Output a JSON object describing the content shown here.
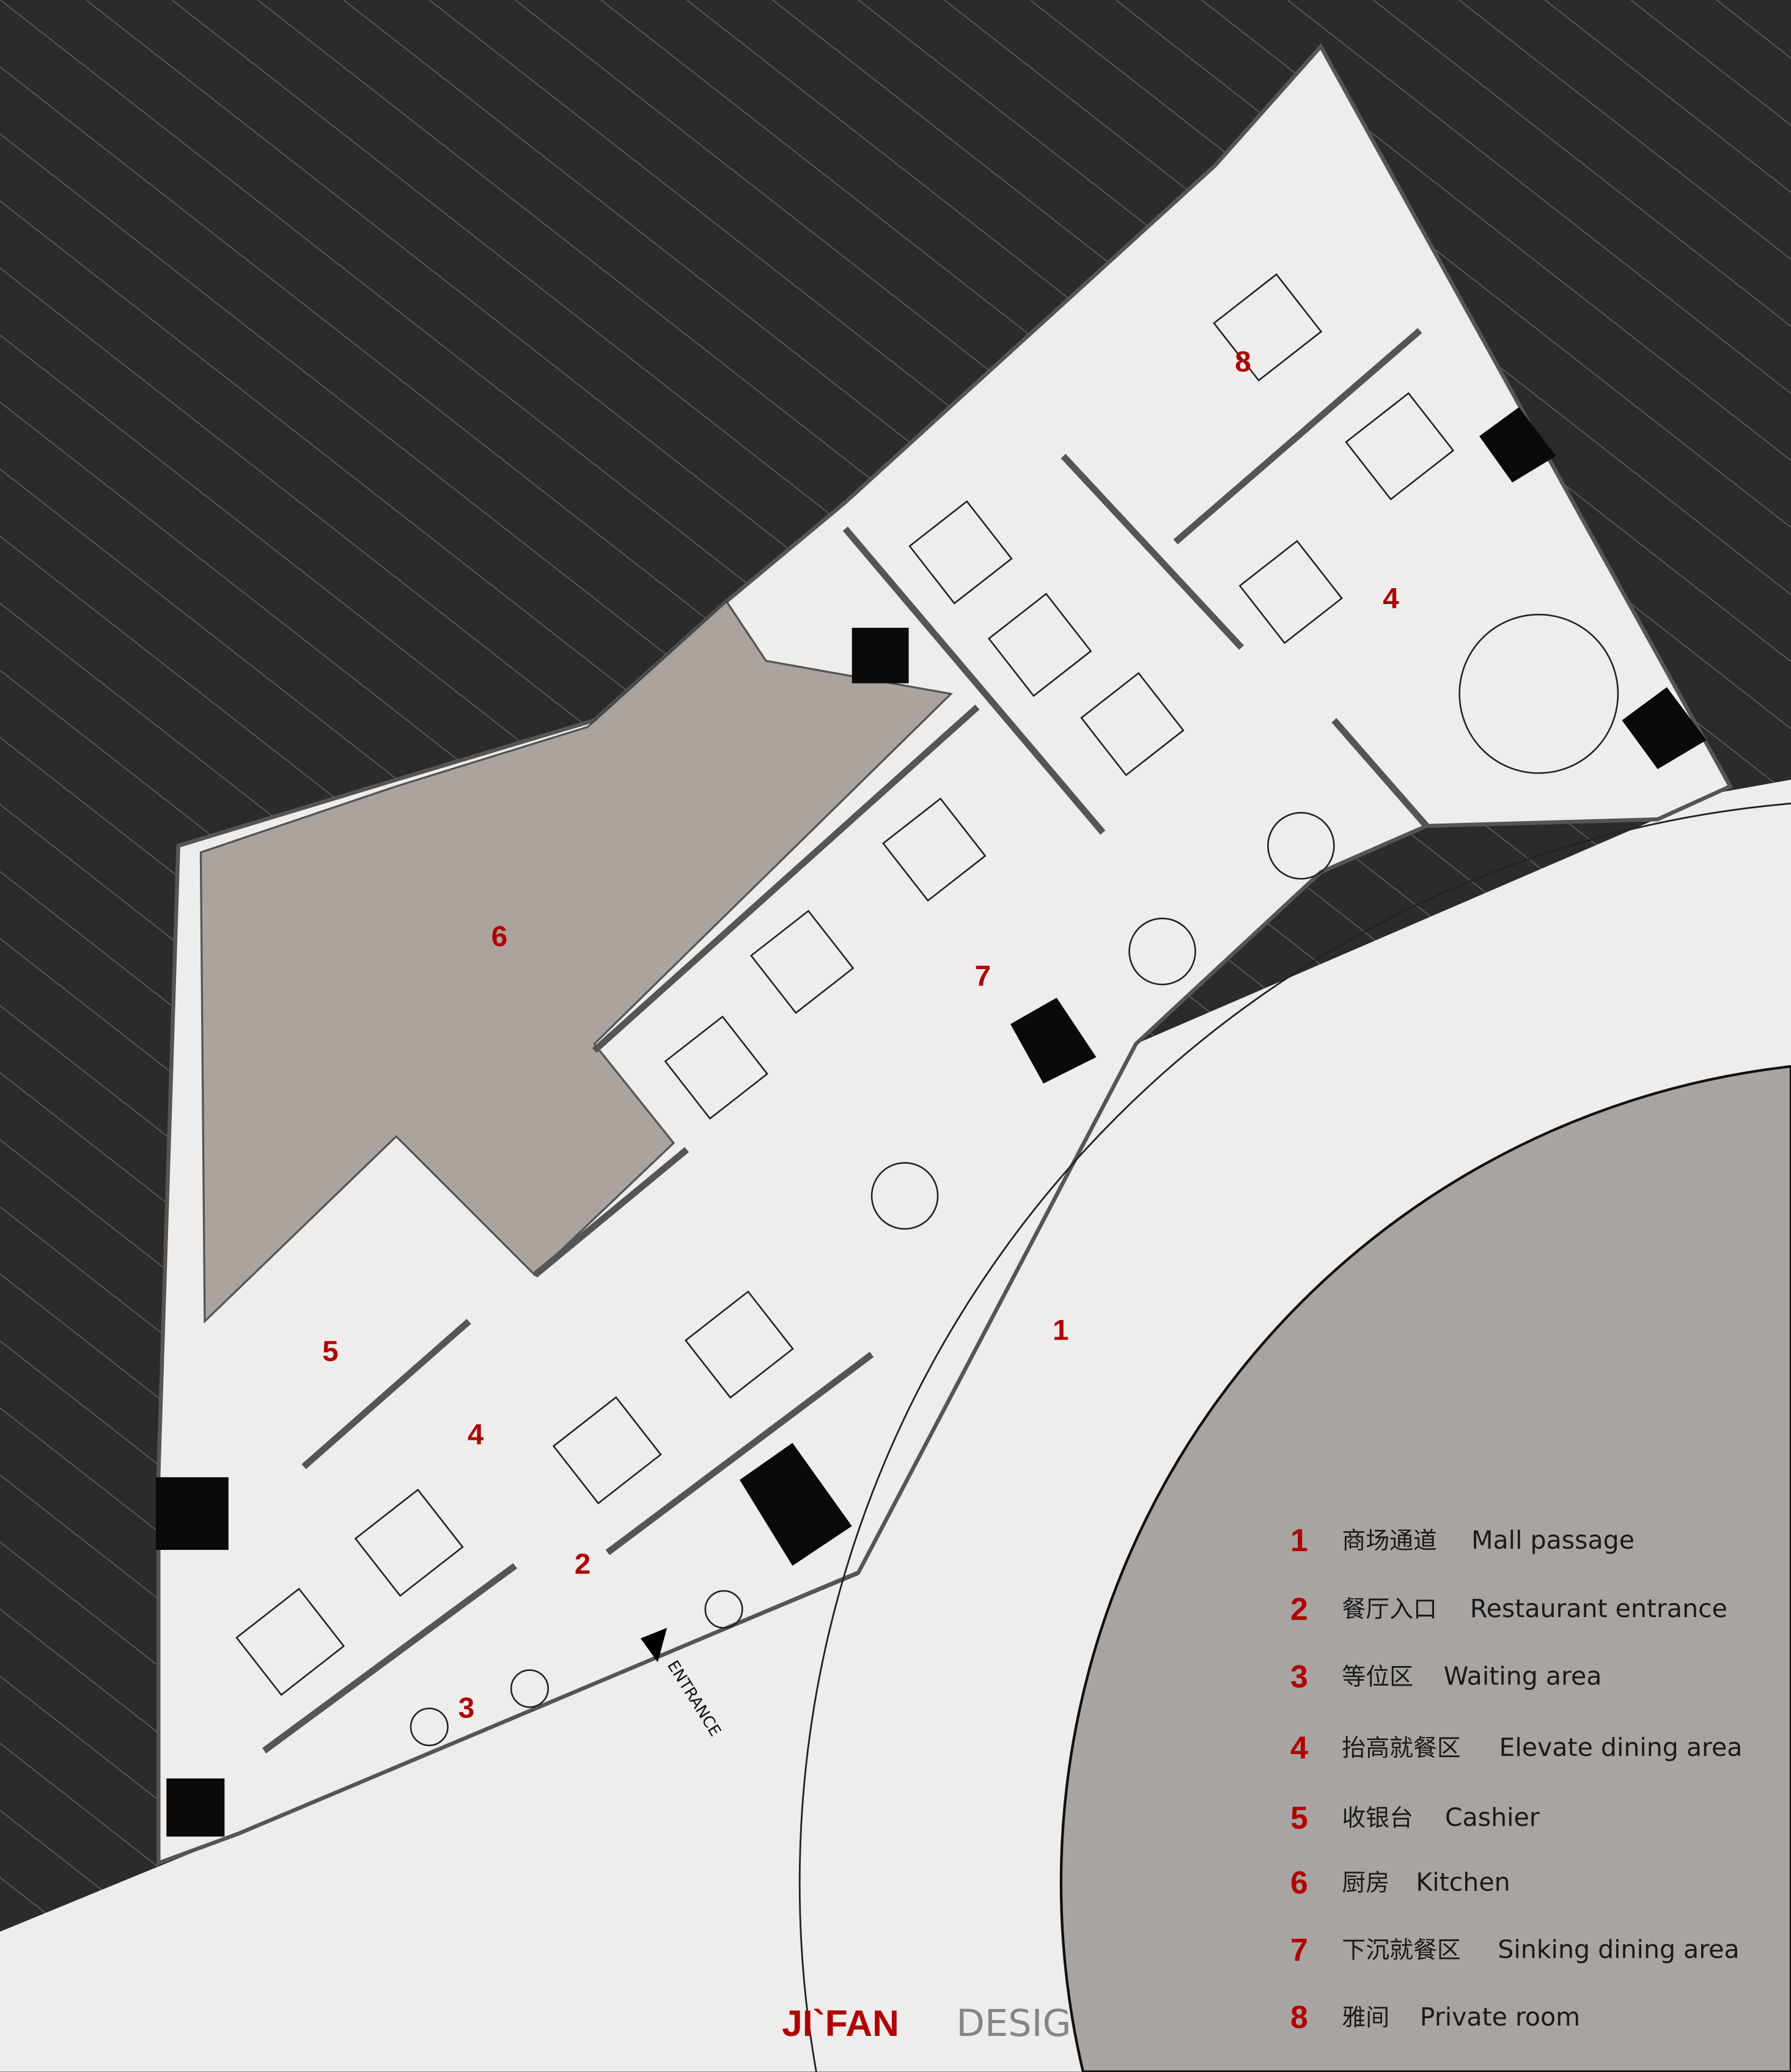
{
  "plan": {
    "zone_markers": [
      {
        "id": "8",
        "label": "8"
      },
      {
        "id": "4a",
        "label": "4"
      },
      {
        "id": "6",
        "label": "6"
      },
      {
        "id": "7",
        "label": "7"
      },
      {
        "id": "5",
        "label": "5"
      },
      {
        "id": "4b",
        "label": "4"
      },
      {
        "id": "1",
        "label": "1"
      },
      {
        "id": "2",
        "label": "2"
      },
      {
        "id": "3",
        "label": "3"
      }
    ],
    "entrance_label": "ENTRANCE"
  },
  "legend": [
    {
      "num": "1",
      "cn": "商场通道",
      "en": "Mall passage"
    },
    {
      "num": "2",
      "cn": "餐厅入口",
      "en": "Restaurant entrance"
    },
    {
      "num": "3",
      "cn": "等位区",
      "en": "Waiting area"
    },
    {
      "num": "4",
      "cn": "抬高就餐区",
      "en": "Elevate dining area"
    },
    {
      "num": "5",
      "cn": "收银台",
      "en": "Cashier"
    },
    {
      "num": "6",
      "cn": "厨房",
      "en": "Kitchen"
    },
    {
      "num": "7",
      "cn": "下沉就餐区",
      "en": "Sinking dining area"
    },
    {
      "num": "8",
      "cn": "雅间",
      "en": "Private room"
    }
  ],
  "logo": {
    "brand": "JI`FAN",
    "suffix": "DESIG"
  },
  "colors": {
    "accent": "#b00000",
    "background": "#2b2b2b",
    "floor": "#efedeb",
    "kitchen": "#a39b96",
    "legend_bg": "#a8a4a1"
  }
}
